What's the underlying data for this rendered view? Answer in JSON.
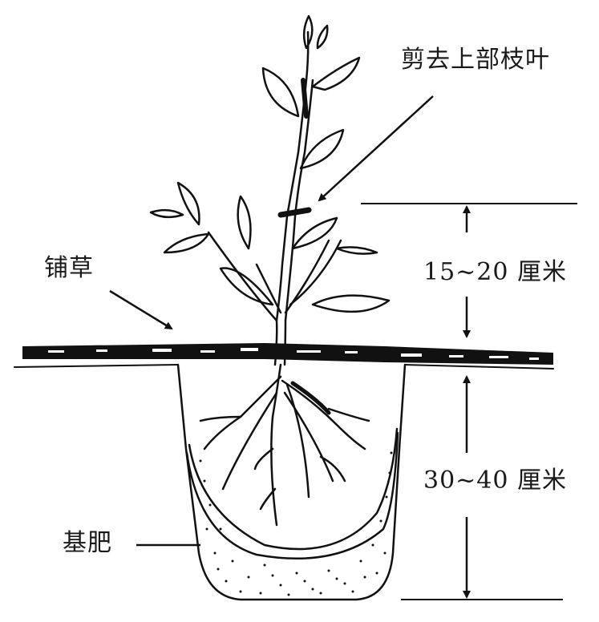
{
  "diagram": {
    "title": "Tree planting pit cross-section",
    "labels": {
      "prune": "剪去上部枝叶",
      "mulch": "铺草",
      "above_height": "15~20 厘米",
      "pit_depth": "30~40 厘米",
      "base_fertilizer": "基肥"
    },
    "elements": {
      "plant": "seedling-with-leaves",
      "cut_mark": "pruning-cut-mark",
      "ground": "mulch-layer-surface",
      "pit": "planting-pit",
      "roots": "root-system",
      "fertilizer": "dotted-base-fertilizer-layer"
    },
    "colors": {
      "ink": "#111111",
      "background": "#ffffff"
    }
  }
}
